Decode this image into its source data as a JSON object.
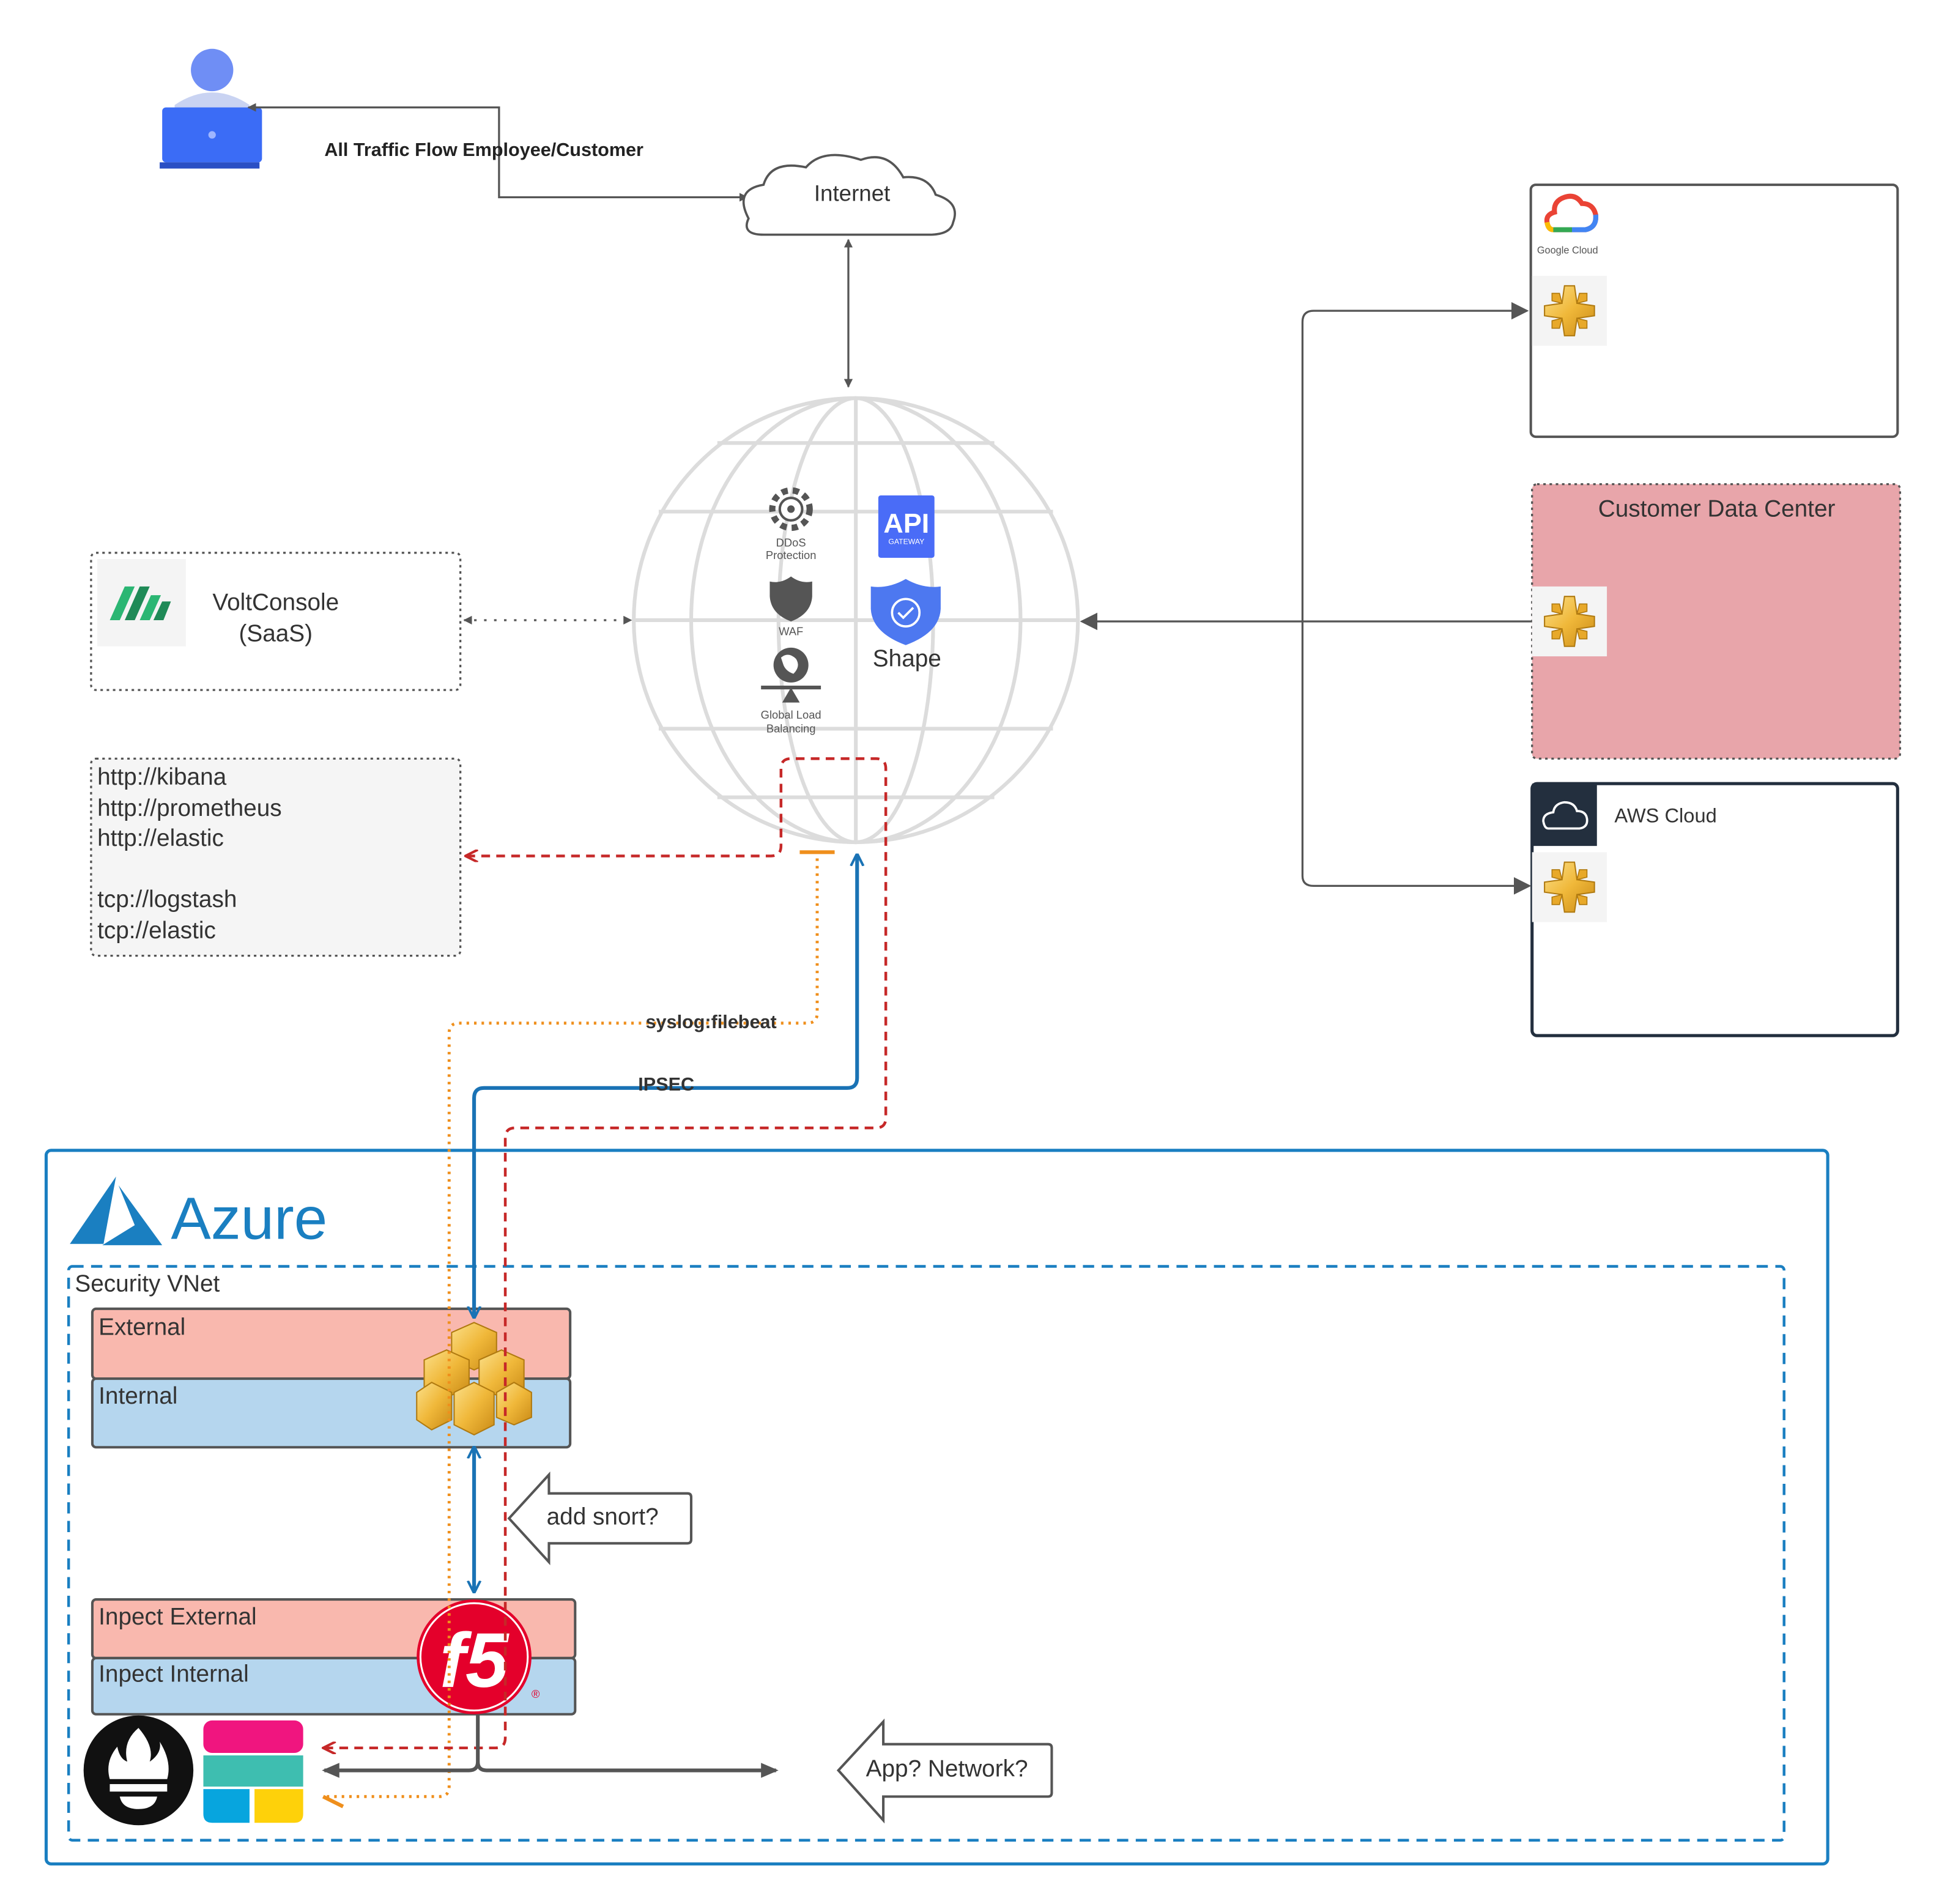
{
  "labels": {
    "traffic_flow": "All Traffic Flow Employee/Customer",
    "internet": "Internet",
    "ddos_line1": "DDoS",
    "ddos_line2": "Protection",
    "api_big": "API",
    "api_small": "GATEWAY",
    "waf": "WAF",
    "shape": "Shape",
    "glb_line1": "Global Load",
    "glb_line2": "Balancing",
    "voltconsole_line1": "VoltConsole",
    "voltconsole_line2": "(SaaS)",
    "google_cloud": "Google Cloud",
    "customer_dc": "Customer Data Center",
    "aws_cloud": "AWS Cloud",
    "syslog": "syslog:filebeat",
    "ipsec": "IPSEC",
    "azure": "Azure",
    "security_vnet": "Security VNet",
    "external": "External",
    "internal": "Internal",
    "inspect_external": "Inpect External",
    "inspect_internal": "Inpect Internal",
    "add_snort": "add snort?",
    "app_network": "App?  Network?",
    "f5_logo": "f5",
    "registered": "®"
  },
  "endpoints": [
    "http://kibana",
    "http://prometheus",
    "http://elastic",
    "",
    "tcp://logstash",
    "tcp://elastic"
  ],
  "colors": {
    "arrow_gray": "#555555",
    "red_dashed": "#c62828",
    "orange_dotted": "#ef8f1c",
    "ipsec_blue": "#1a73b5",
    "azure_blue": "#1a7fc1",
    "external_pink": "#f9b8ae",
    "internal_blue": "#b5d6ee",
    "customer_dc_pink": "#e8a5aa",
    "aws_dark": "#232f3e",
    "f5_red": "#e4002b",
    "laptop_blue": "#3b6cf6",
    "api_blue": "#4a6cf7",
    "shape_blue": "#4d78f0",
    "volterra_green": "#2bb673"
  },
  "icons": [
    "user-laptop-icon",
    "cloud-icon",
    "globe-icon",
    "ddos-gear-icon",
    "api-gateway-icon",
    "waf-shield-icon",
    "shape-shield-icon",
    "globe-scale-icon",
    "volterra-logo-icon",
    "google-cloud-icon",
    "gold-node-icon",
    "aws-cloud-icon",
    "azure-logo-icon",
    "gold-cubes-icon",
    "f5-logo-icon",
    "prometheus-icon",
    "elastic-icon"
  ]
}
